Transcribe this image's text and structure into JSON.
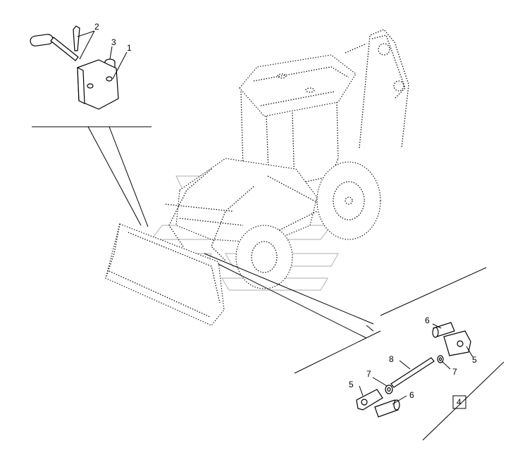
{
  "callouts": {
    "c1": "1",
    "c2": "2",
    "c3": "3",
    "c4": "4",
    "c5a": "5",
    "c5b": "5",
    "c6a": "6",
    "c6b": "6",
    "c7a": "7",
    "c7b": "7",
    "c8": "8"
  },
  "colors": {
    "line": "#000000",
    "watermark": "#bdbdbd",
    "background": "#ffffff"
  }
}
